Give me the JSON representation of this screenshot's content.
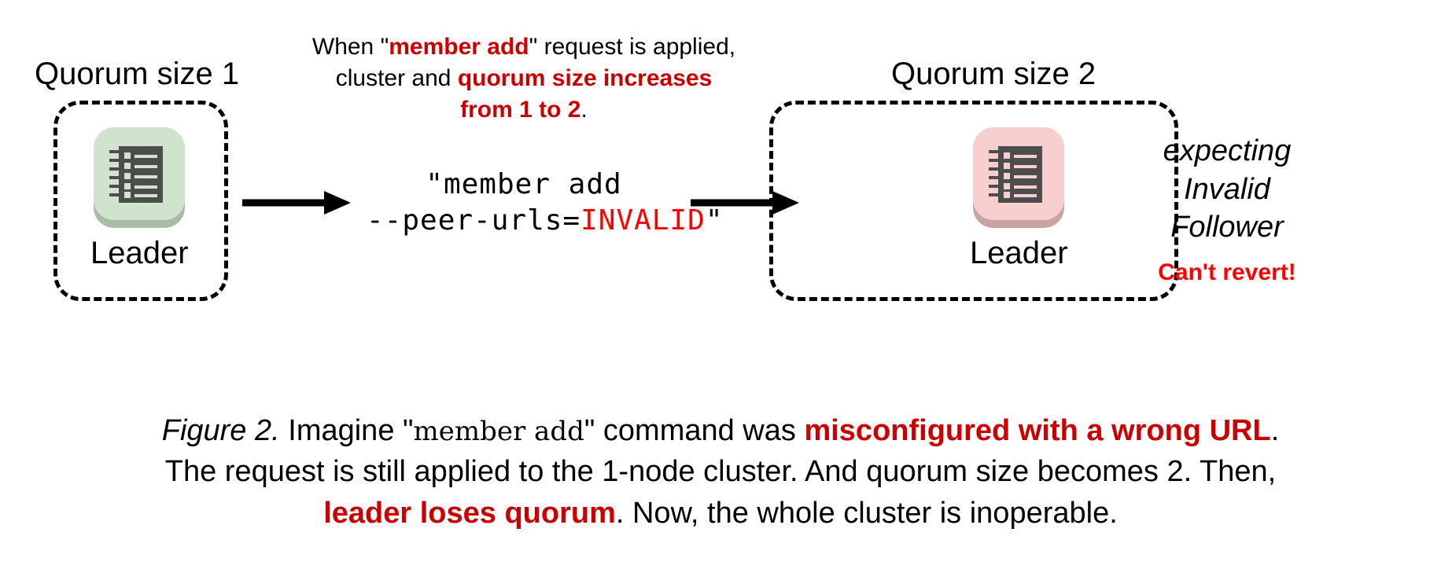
{
  "figure": {
    "left_cluster": {
      "group_label": "Quorum size 1",
      "node_label": "Leader",
      "node_color": "#cfe3cd",
      "node_shadow_color": "#a9bda6",
      "rack_icon": "server-rack-icon"
    },
    "right_cluster": {
      "group_label": "Quorum size 2",
      "node_label": "Leader",
      "node_color": "#f8cfcf",
      "node_shadow_color": "#c9a3a3",
      "rack_icon": "server-rack-icon",
      "status_lines": [
        "expecting",
        "Invalid",
        "Follower"
      ],
      "warning": "Can't revert!"
    },
    "top_note": {
      "line1_pre": "When \"",
      "line1_red": "member add",
      "line1_post": "\" request is applied,",
      "line2_pre": "cluster and ",
      "line2_red": "quorum size increases",
      "line3_red": "from 1 to 2",
      "line3_post": "."
    },
    "command": {
      "line1": "\"member add",
      "line2_pre": "--peer-urls=",
      "line2_invalid": "INVALID",
      "line2_post": "\""
    },
    "arrows": {
      "left_arrow": "right-arrow-icon",
      "right_arrow": "right-arrow-icon"
    }
  },
  "caption": {
    "fig_number": "Figure 2.",
    "l1_a": " Imagine \"",
    "l1_mono": "member add",
    "l1_b": "\" command was ",
    "l1_red": "misconfigured with a wrong URL",
    "l1_c": ".",
    "l2": "The request is still applied to the 1-node cluster. And quorum size becomes 2. Then,",
    "l3_red": "leader loses quorum",
    "l3_post": ". Now, the whole cluster is inoperable."
  },
  "colors": {
    "red_dark": "#CC0000",
    "red_pure": "#FF0000",
    "ink": "#000000",
    "background": "#FFFFFF"
  }
}
